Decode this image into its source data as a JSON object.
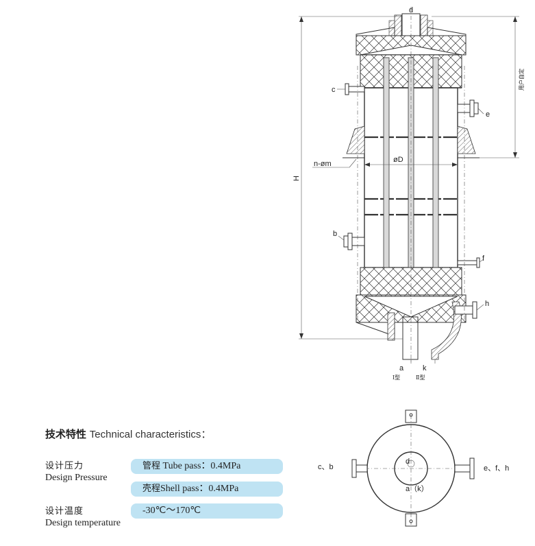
{
  "drawing": {
    "labels": {
      "d_top": "d",
      "c": "c",
      "e": "e",
      "n_phi_m": "n-øm",
      "phi_D": "øD",
      "H": "H",
      "b": "b",
      "f": "f",
      "h": "h",
      "a": "a",
      "k": "k",
      "type1": "Ⅰ型",
      "type2": "Ⅱ型",
      "user_defined": "用户自定"
    }
  },
  "plan_view": {
    "left_label": "c、b",
    "right_label": "e、f、h",
    "center_top": "d",
    "center_bottom": "a（k）"
  },
  "tech": {
    "title_cn": "技术特性",
    "title_en": "Technical characteristics：",
    "rows": [
      {
        "label_cn": "设计压力",
        "label_en": "Design Pressure",
        "values": [
          {
            "cn": "管程",
            "en": " Tube pass：0.4MPa"
          },
          {
            "cn": "壳程",
            "en": "Shell pass：0.4MPa"
          }
        ]
      },
      {
        "label_cn": "设计温度",
        "label_en": "Design temperature",
        "values": [
          {
            "cn": "",
            "en": "-30℃～170℃"
          }
        ]
      }
    ]
  }
}
